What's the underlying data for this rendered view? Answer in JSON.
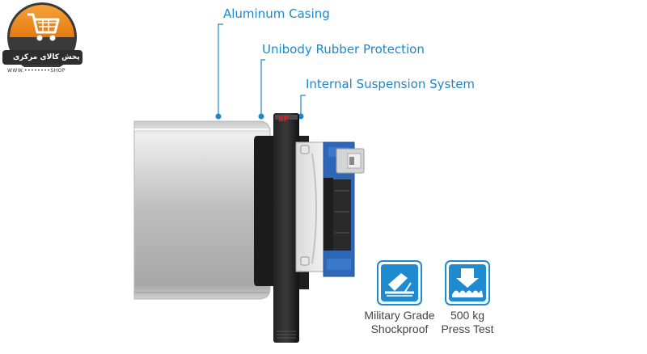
{
  "logo": {
    "icon": "shopping-cart-icon",
    "text": "پخش کالای مرکزی",
    "subtext": "WWW.••••••••SHOP"
  },
  "callouts": {
    "aluminum": "Aluminum Casing",
    "rubber": "Unibody Rubber Protection",
    "suspension": "Internal Suspension System"
  },
  "badges": {
    "shockproof": {
      "icon": "shockproof-icon",
      "line1": "Military Grade",
      "line2": "Shockproof"
    },
    "press": {
      "icon": "press-test-icon",
      "line1": "500 kg",
      "line2": "Press Test"
    }
  },
  "drive": {
    "brand_mark": "SP"
  },
  "colors": {
    "accent": "#1f86c8",
    "logo_orange": "#f08a1c",
    "badge_blue": "#1e8ad0"
  }
}
